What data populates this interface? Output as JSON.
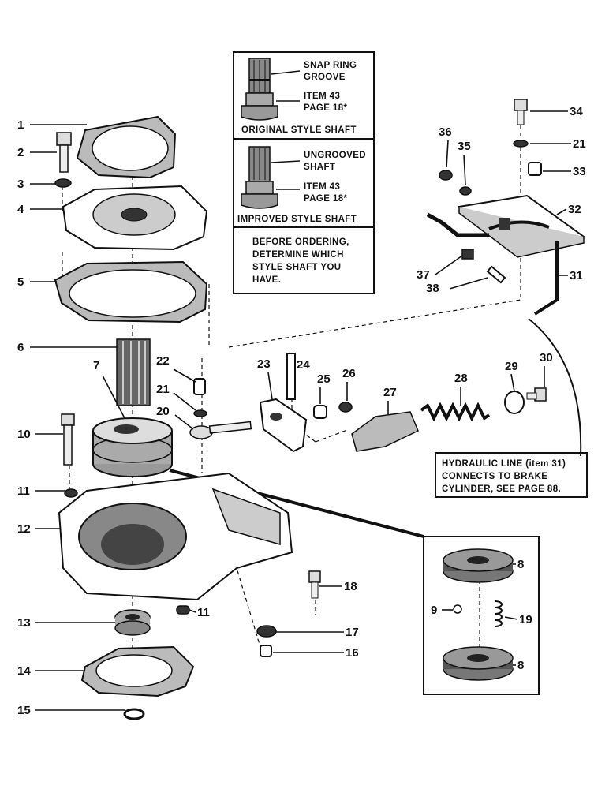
{
  "inset_shaft": {
    "original": {
      "callout_groove": "SNAP RING\nGROOVE",
      "callout_item": "ITEM 43\nPAGE 18*",
      "caption": "ORIGINAL STYLE SHAFT"
    },
    "improved": {
      "callout_groove": "UNGROOVED\nSHAFT",
      "callout_item": "ITEM 43\nPAGE 18*",
      "caption": "IMPROVED STYLE SHAFT"
    },
    "note": "BEFORE ORDERING,\nDETERMINE WHICH\nSTYLE SHAFT YOU\nHAVE."
  },
  "hydraulic_note": "HYDRAULIC LINE (item 31)\nCONNECTS TO BRAKE\nCYLINDER, SEE PAGE 88.",
  "parts": [
    {
      "label": "1"
    },
    {
      "label": "2"
    },
    {
      "label": "3"
    },
    {
      "label": "4"
    },
    {
      "label": "5"
    },
    {
      "label": "6"
    },
    {
      "label": "7"
    },
    {
      "label": "10"
    },
    {
      "label": "11"
    },
    {
      "label": "12"
    },
    {
      "label": "13"
    },
    {
      "label": "14"
    },
    {
      "label": "15"
    },
    {
      "label": "22"
    },
    {
      "label": "21"
    },
    {
      "label": "20"
    },
    {
      "label": "23"
    },
    {
      "label": "24"
    },
    {
      "label": "25"
    },
    {
      "label": "26"
    },
    {
      "label": "27"
    },
    {
      "label": "28"
    },
    {
      "label": "29"
    },
    {
      "label": "30"
    },
    {
      "label": "36"
    },
    {
      "label": "35"
    },
    {
      "label": "34"
    },
    {
      "label": "21"
    },
    {
      "label": "33"
    },
    {
      "label": "32"
    },
    {
      "label": "31"
    },
    {
      "label": "37"
    },
    {
      "label": "38"
    },
    {
      "label": "18"
    },
    {
      "label": "11"
    },
    {
      "label": "17"
    },
    {
      "label": "16"
    },
    {
      "label": "8"
    },
    {
      "label": "9"
    },
    {
      "label": "19"
    },
    {
      "label": "8"
    }
  ]
}
